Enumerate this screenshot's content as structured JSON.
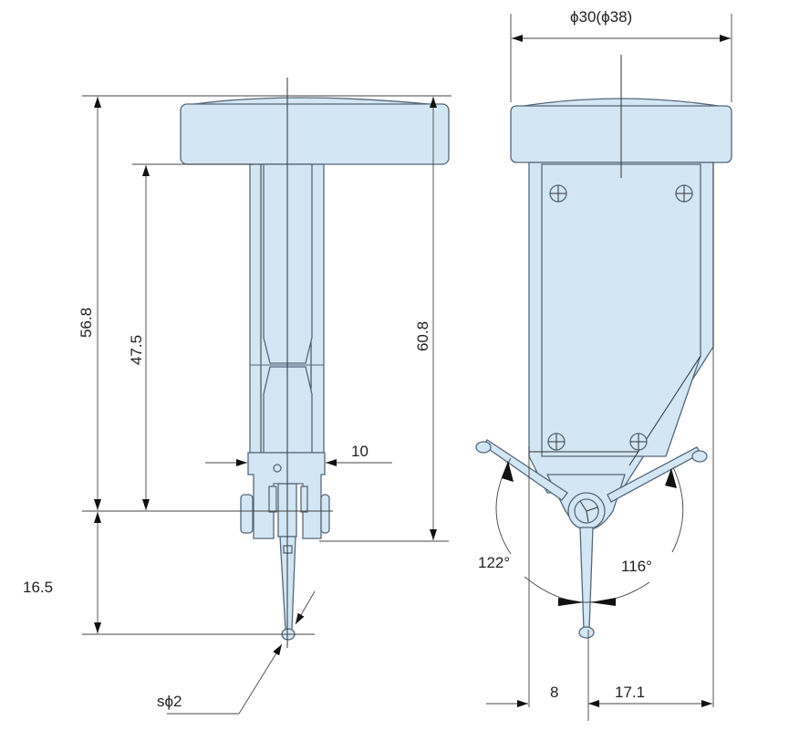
{
  "title": "Dial test indicator dimensional drawing",
  "colors": {
    "body_fill": "#d3e6f3",
    "outline": "#56677a",
    "dimension": "#222222"
  },
  "side_view": {
    "dims": {
      "overall_height": "56.8",
      "stem_length": "47.5",
      "total_height": "60.8",
      "stylus_length": "16.5",
      "body_width": "10",
      "ball_diameter": "sϕ2"
    }
  },
  "front_view": {
    "dims": {
      "dial_diameter": "ϕ30(ϕ38)",
      "left_offset": "8",
      "right_offset": "17.1",
      "left_angle": "122°",
      "right_angle": "116°"
    }
  }
}
